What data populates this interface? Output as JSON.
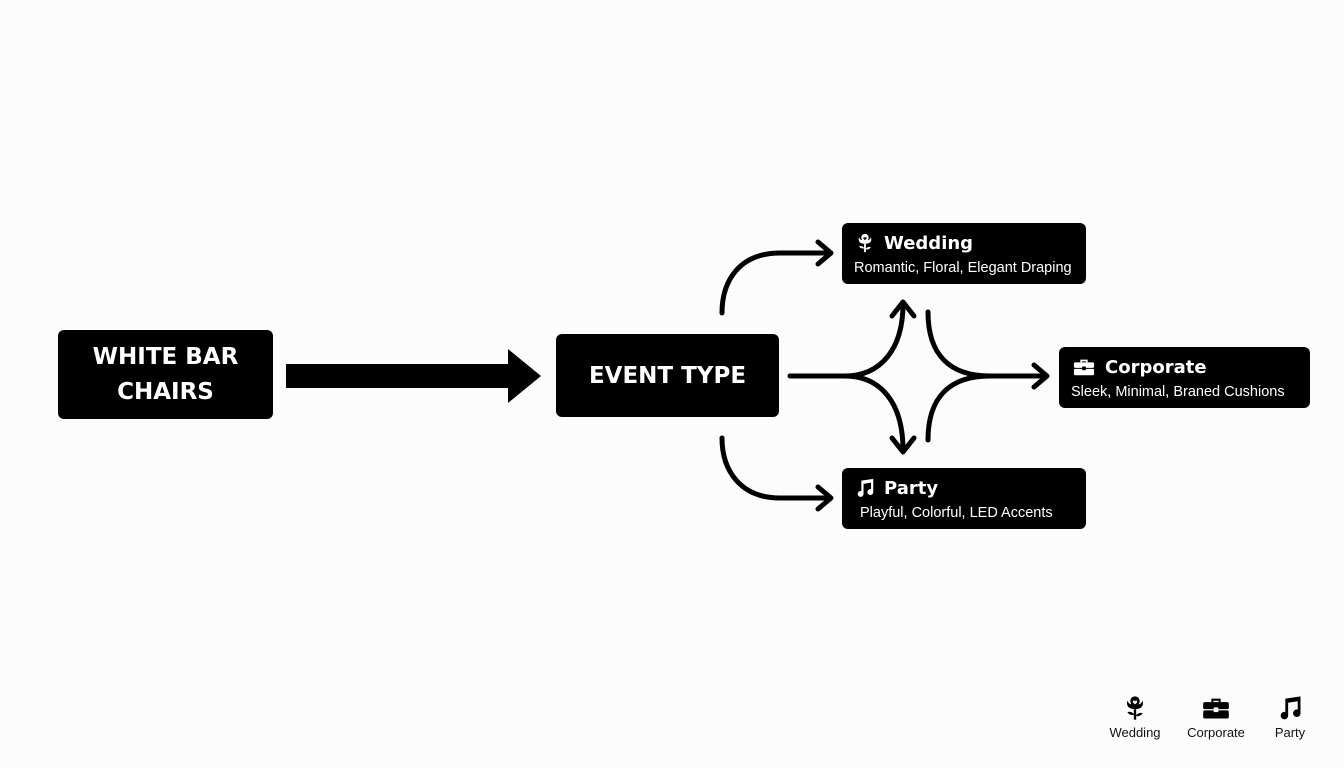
{
  "diagram": {
    "source_node": {
      "label": "WHITE BAR CHAIRS"
    },
    "hub_node": {
      "label": "EVENT TYPE"
    },
    "branches": [
      {
        "id": "wedding",
        "title": "Wedding",
        "description": "Romantic, Floral, Elegant Draping",
        "icon": "rose-icon"
      },
      {
        "id": "corporate",
        "title": "Corporate",
        "description": "Sleek, Minimal, Braned Cushions",
        "icon": "briefcase-icon"
      },
      {
        "id": "party",
        "title": "Party",
        "description": "Playful, Colorful, LED Accents",
        "icon": "music-note-icon"
      }
    ]
  },
  "legend": [
    {
      "label": "Wedding",
      "icon": "rose-icon"
    },
    {
      "label": "Corporate",
      "icon": "briefcase-icon"
    },
    {
      "label": "Party",
      "icon": "music-note-icon"
    }
  ],
  "colors": {
    "background": "#fcfcfc",
    "node_fill": "#000000",
    "node_text": "#ffffff",
    "connector": "#000000"
  }
}
